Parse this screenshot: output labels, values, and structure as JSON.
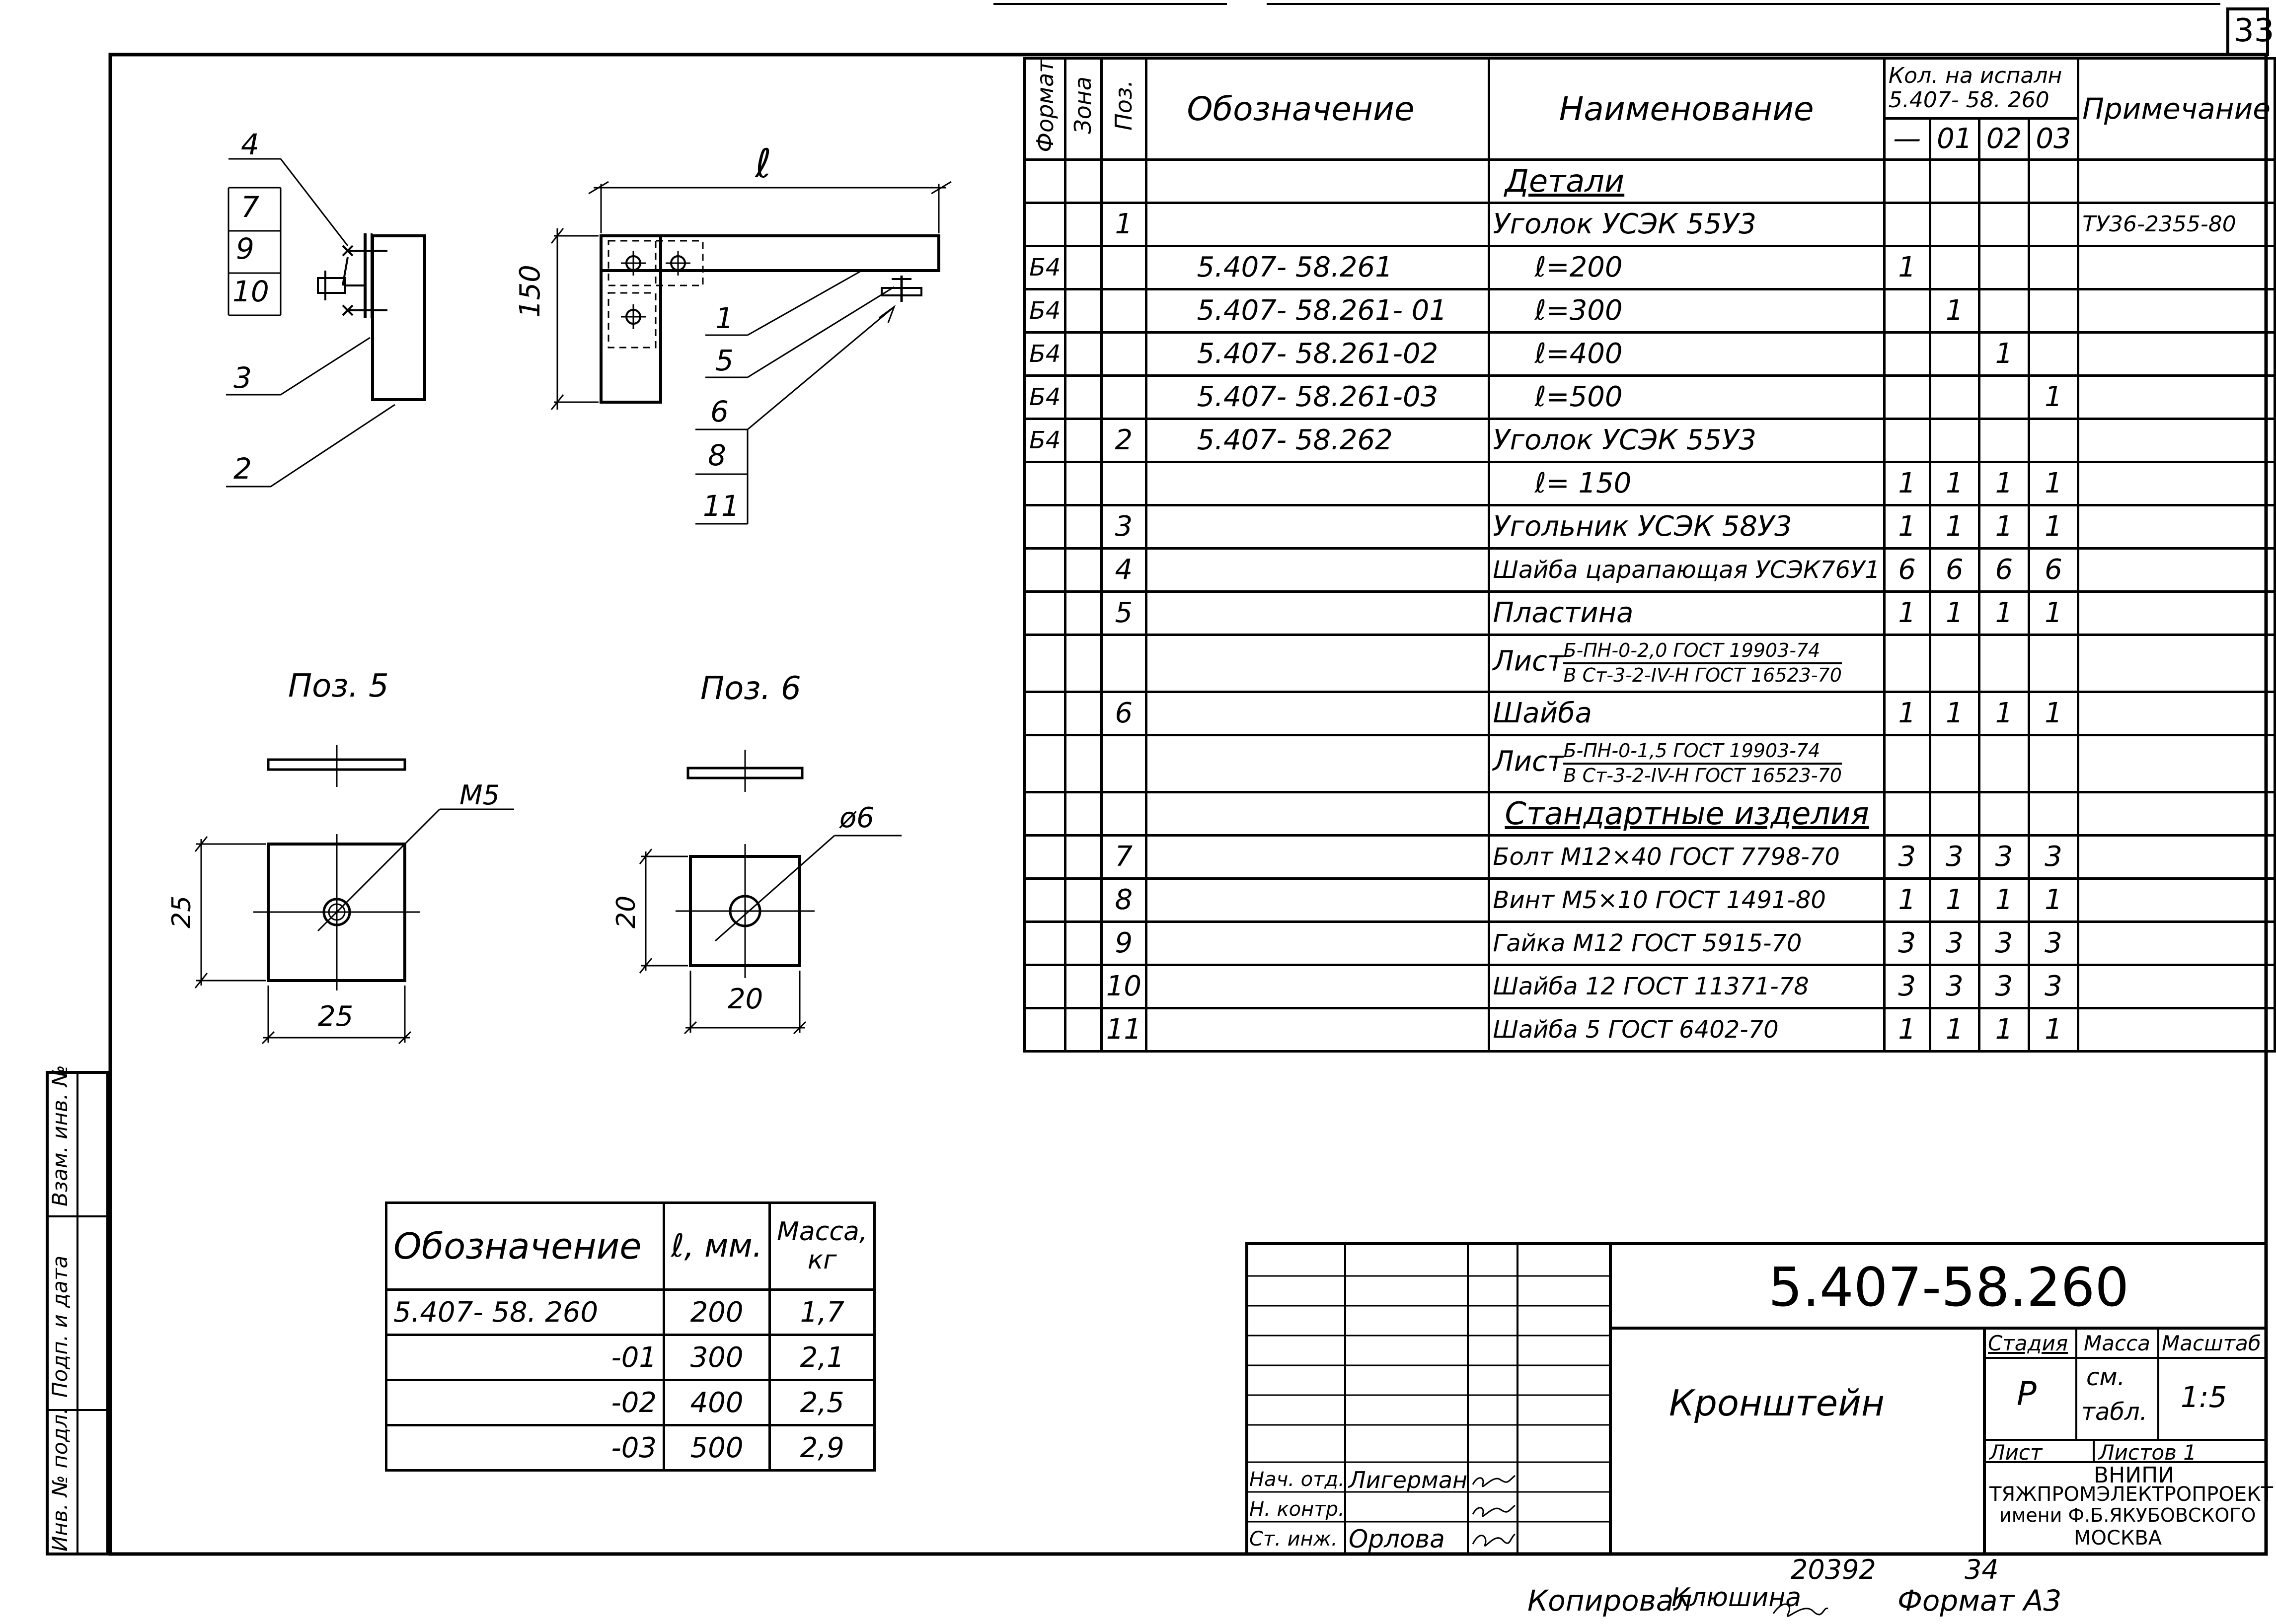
{
  "sheet_number": "33",
  "spec_table": {
    "headers": {
      "format": "Формат",
      "zone": "Зона",
      "pos": "Поз.",
      "designation": "Обозначение",
      "name": "Наименование",
      "qty_title_1": "Кол. на испалн",
      "qty_title_2": "5.407- 58. 260",
      "qty_cols": [
        "—",
        "01",
        "02",
        "03"
      ],
      "note": "Примечание"
    },
    "rows": [
      {
        "format": "",
        "pos": "",
        "designation": "",
        "name": "Детали",
        "q": [
          "",
          "",
          "",
          ""
        ],
        "note": "",
        "style": "section"
      },
      {
        "format": "",
        "pos": "1",
        "designation": "",
        "name": "Уголок УСЭК 55У3",
        "q": [
          "",
          "",
          "",
          ""
        ],
        "note": "ТУ36-2355-80"
      },
      {
        "format": "Б4",
        "pos": "",
        "designation": "5.407- 58.261",
        "name": "ℓ=200",
        "q": [
          "1",
          "",
          "",
          ""
        ],
        "note": "",
        "style": "indent"
      },
      {
        "format": "Б4",
        "pos": "",
        "designation": "5.407- 58.261- 01",
        "name": "ℓ=300",
        "q": [
          "",
          "1",
          "",
          ""
        ],
        "note": "",
        "style": "indent"
      },
      {
        "format": "Б4",
        "pos": "",
        "designation": "5.407- 58.261-02",
        "name": "ℓ=400",
        "q": [
          "",
          "",
          "1",
          ""
        ],
        "note": "",
        "style": "indent"
      },
      {
        "format": "Б4",
        "pos": "",
        "designation": "5.407- 58.261-03",
        "name": "ℓ=500",
        "q": [
          "",
          "",
          "",
          "1"
        ],
        "note": "",
        "style": "indent"
      },
      {
        "format": "Б4",
        "pos": "2",
        "designation": "5.407- 58.262",
        "name": "Уголок УСЭК 55У3",
        "q": [
          "",
          "",
          "",
          ""
        ],
        "note": ""
      },
      {
        "format": "",
        "pos": "",
        "designation": "",
        "name": "ℓ= 150",
        "q": [
          "1",
          "1",
          "1",
          "1"
        ],
        "note": "",
        "style": "indent"
      },
      {
        "format": "",
        "pos": "3",
        "designation": "",
        "name": "Угольник УСЭК 58У3",
        "q": [
          "1",
          "1",
          "1",
          "1"
        ],
        "note": ""
      },
      {
        "format": "",
        "pos": "4",
        "designation": "",
        "name": "Шайба царапающая УСЭК76У1",
        "q": [
          "6",
          "6",
          "6",
          "6"
        ],
        "note": "",
        "style": "small"
      },
      {
        "format": "",
        "pos": "5",
        "designation": "",
        "name": "Пластина",
        "q": [
          "1",
          "1",
          "1",
          "1"
        ],
        "note": ""
      },
      {
        "format": "",
        "pos": "",
        "designation": "",
        "name": "Лист",
        "frac_top": "Б-ПН-0-2,0 ГОСТ 19903-74",
        "frac_bot": "В Ст-3-2-IV-Н ГОСТ 16523-70",
        "q": [
          "",
          "",
          "",
          ""
        ],
        "note": "",
        "style": "frac"
      },
      {
        "format": "",
        "pos": "6",
        "designation": "",
        "name": "Шайба",
        "q": [
          "1",
          "1",
          "1",
          "1"
        ],
        "note": ""
      },
      {
        "format": "",
        "pos": "",
        "designation": "",
        "name": "Лист",
        "frac_top": "Б-ПН-0-1,5 ГОСТ 19903-74",
        "frac_bot": "В Ст-3-2-IV-Н ГОСТ 16523-70",
        "q": [
          "",
          "",
          "",
          ""
        ],
        "note": "",
        "style": "frac"
      },
      {
        "format": "",
        "pos": "",
        "designation": "",
        "name": "Стандартные изделия",
        "q": [
          "",
          "",
          "",
          ""
        ],
        "note": "",
        "style": "section"
      },
      {
        "format": "",
        "pos": "7",
        "designation": "",
        "name": "Болт М12×40 ГОСТ 7798-70",
        "q": [
          "3",
          "3",
          "3",
          "3"
        ],
        "note": "",
        "style": "small"
      },
      {
        "format": "",
        "pos": "8",
        "designation": "",
        "name": "Винт М5×10 ГОСТ 1491-80",
        "q": [
          "1",
          "1",
          "1",
          "1"
        ],
        "note": "",
        "style": "small"
      },
      {
        "format": "",
        "pos": "9",
        "designation": "",
        "name": "Гайка М12 ГОСТ 5915-70",
        "q": [
          "3",
          "3",
          "3",
          "3"
        ],
        "note": "",
        "style": "small"
      },
      {
        "format": "",
        "pos": "10",
        "designation": "",
        "name": "Шайба 12 ГОСТ 11371-78",
        "q": [
          "3",
          "3",
          "3",
          "3"
        ],
        "note": "",
        "style": "small"
      },
      {
        "format": "",
        "pos": "11",
        "designation": "",
        "name": "Шайба 5 ГОСТ 6402-70",
        "q": [
          "1",
          "1",
          "1",
          "1"
        ],
        "note": "",
        "style": "small"
      }
    ]
  },
  "drawing": {
    "dim_l": "ℓ",
    "dim_150": "150",
    "callouts_left": [
      "4",
      "7",
      "9",
      "10",
      "3",
      "2"
    ],
    "callouts_right": [
      "1",
      "5",
      "6",
      "8",
      "11"
    ],
    "poz5": {
      "title": "Поз. 5",
      "thread": "М5",
      "height": "25",
      "width": "25"
    },
    "poz6": {
      "title": "Поз. 6",
      "hole": "ø6",
      "height": "20",
      "width": "20"
    }
  },
  "mass_table": {
    "headers": {
      "designation": "Обозначение",
      "length": "ℓ, мм.",
      "mass_1": "Масса,",
      "mass_2": "кг"
    },
    "rows": [
      {
        "designation": "5.407- 58. 260",
        "length": "200",
        "mass": "1,7"
      },
      {
        "designation": "-01",
        "length": "300",
        "mass": "2,1"
      },
      {
        "designation": "-02",
        "length": "400",
        "mass": "2,5"
      },
      {
        "designation": "-03",
        "length": "500",
        "mass": "2,9"
      }
    ]
  },
  "title_block": {
    "doc_number": "5.407-58.260",
    "title": "Кронштейн",
    "stage_label": "Стадия",
    "mass_label": "Масса",
    "scale_label": "Масштаб",
    "stage": "Р",
    "mass_1": "см.",
    "mass_2": "табл.",
    "scale": "1:5",
    "sheet_label": "Лист",
    "sheets_label": "Листов 1",
    "org_1": "ВНИПИ",
    "org_2": "ТЯЖПРОМЭЛЕКТРОПРОЕКТ",
    "org_3": "имени Ф.Б.ЯКУБОВСКОГО",
    "org_4": "МОСКВА",
    "roles": [
      {
        "role": "Нач. отд.",
        "name": "Лигерман"
      },
      {
        "role": "Н. контр.",
        "name": ""
      },
      {
        "role": "Ст. инж.",
        "name": "Орлова"
      }
    ]
  },
  "side_stamp": [
    "Инв. № подл.",
    "Подп. и дата",
    "Взам. инв. №"
  ],
  "footer": {
    "number": "20392",
    "page": "34",
    "copied": "Копировал",
    "copied_sign": "Клюшина",
    "format": "Формат А3"
  }
}
